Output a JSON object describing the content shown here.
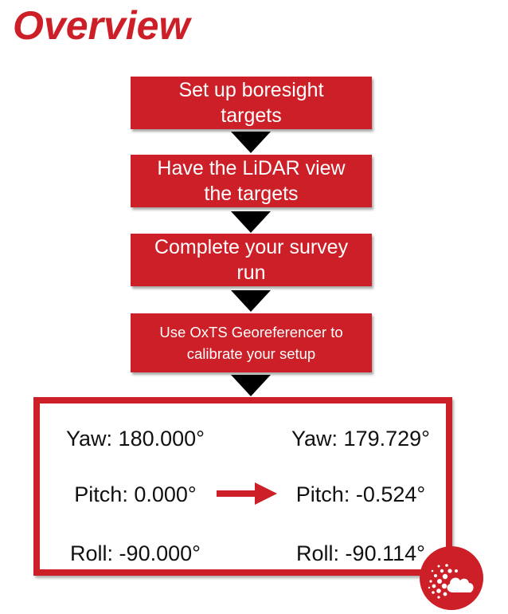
{
  "title": "Overview",
  "steps": [
    {
      "line1": "Set up boresight",
      "line2": "targets"
    },
    {
      "line1": "Have the LiDAR view",
      "line2": "the targets"
    },
    {
      "line1": "Complete your survey",
      "line2": "run"
    },
    {
      "line1": "Use OxTS Georeferencer to",
      "line2": "calibrate your setup"
    }
  ],
  "before": {
    "yaw": "Yaw: 180.000°",
    "pitch": "Pitch: 0.000°",
    "roll": "Roll: -90.000°"
  },
  "after": {
    "yaw": "Yaw: 179.729°",
    "pitch": "Pitch: -0.524°",
    "roll": "Roll: -90.114°"
  },
  "colors": {
    "accent": "#cc1f27",
    "arrow": "#000000",
    "text": "#111111"
  },
  "icons": {
    "logo": "cloud-dots-logo-icon",
    "flow_arrow": "triangle-down-icon",
    "transition_arrow": "arrow-right-icon"
  }
}
